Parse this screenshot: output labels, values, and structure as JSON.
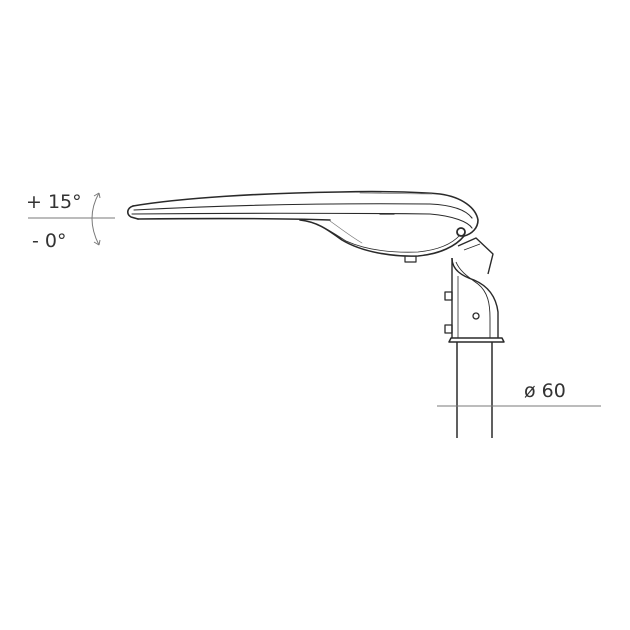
{
  "annotations": {
    "tilt_up": "+ 15°",
    "tilt_down": "- 0°",
    "pole_diameter": "ø 60"
  },
  "colors": {
    "line": "#2a2a2a",
    "dimension_line": "#7a7a7a",
    "text": "#333333"
  }
}
